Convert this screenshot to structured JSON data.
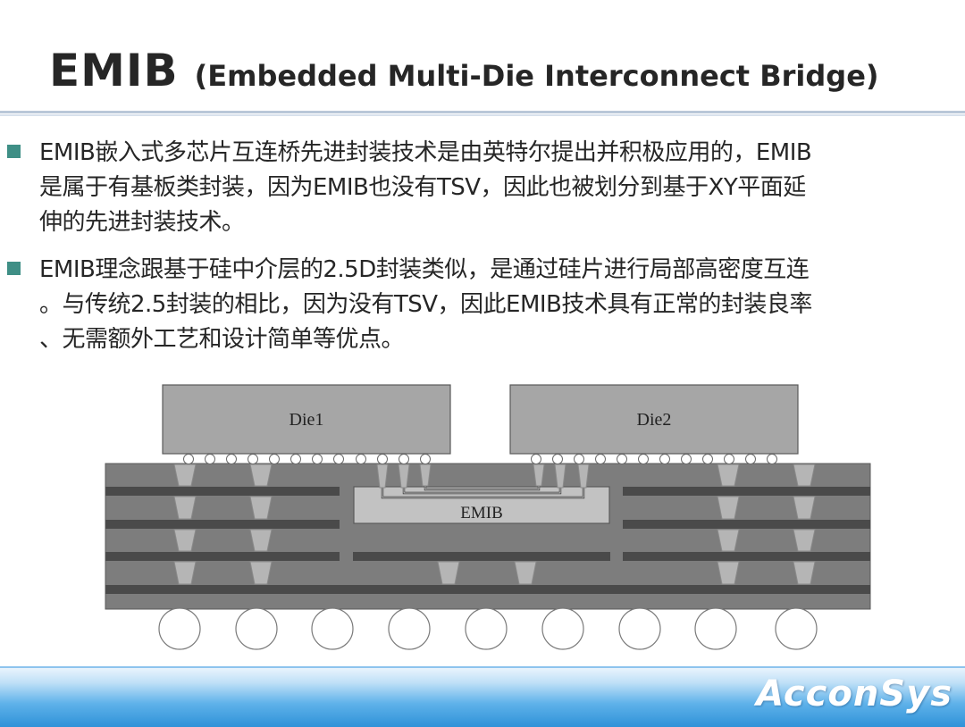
{
  "slide": {
    "title": "EMIB",
    "subtitle": "(Embedded Multi-Die Interconnect Bridge)",
    "bullets": [
      {
        "lines": [
          "EMIB嵌入式多芯片互连桥先进封装技术是由英特尔提出并积极应用的，EMIB",
          "是属于有基板类封装，因为EMIB也没有TSV，因此也被划分到基于XY平面延",
          "伸的先进封装技术。"
        ]
      },
      {
        "lines": [
          "EMIB理念跟基于硅中介层的2.5D封装类似，是通过硅片进行局部高密度互连",
          "。与传统2.5封装的相比，因为没有TSV，因此EMIB技术具有正常的封装良率",
          "、无需额外工艺和设计简单等优点。"
        ]
      }
    ],
    "brand": "AcconSys"
  },
  "diagram": {
    "die1_label": "Die1",
    "die2_label": "Die2",
    "bridge_label": "EMIB",
    "colors": {
      "die_fill": "#a6a6a6",
      "substrate_fill": "#7d7d7d",
      "metal_layer": "#4a4a4a",
      "bridge_fill": "#c2c2c2",
      "via_fill": "#b5b5b5",
      "ball_fill": "#ffffff",
      "accent": "#3f8f86"
    }
  }
}
